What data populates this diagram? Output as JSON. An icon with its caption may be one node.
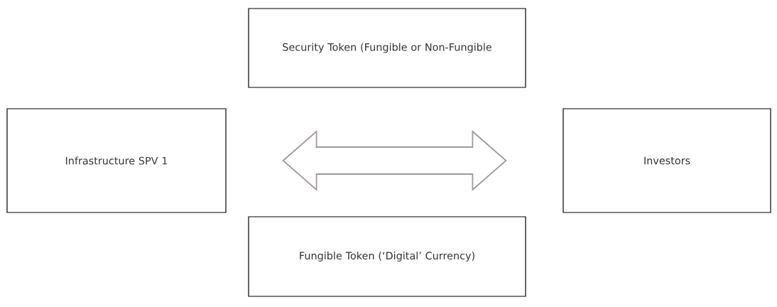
{
  "diagram": {
    "nodes": [
      {
        "text": [
          "Security Token (Fungible or Non-Fungible"
        ]
      },
      {
        "text": [
          "Infrastructure SPV 1"
        ]
      },
      {
        "text": [
          "Investors"
        ]
      },
      {
        "text": [
          "Fungible Token (‘Digital’ Currency)"
        ]
      }
    ],
    "edges": [
      {
        "from": 1,
        "to": 2,
        "arrow": "both",
        "color": "#a09898"
      }
    ]
  }
}
